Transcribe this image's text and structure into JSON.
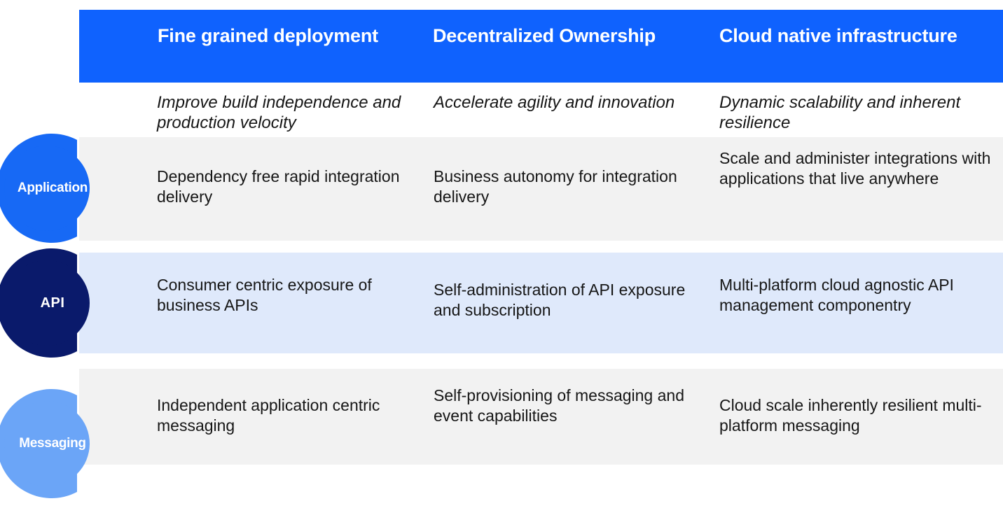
{
  "header": {
    "background_color": "#0f62fe",
    "columns": [
      {
        "label": "Fine grained deployment"
      },
      {
        "label": "Decentralized Ownership"
      },
      {
        "label": "Cloud native infrastructure"
      }
    ]
  },
  "subtitles": [
    {
      "text": "Improve build independence and production velocity"
    },
    {
      "text": "Accelerate agility and innovation"
    },
    {
      "text": "Dynamic scalability and inherent resilience"
    }
  ],
  "rows": [
    {
      "badge_label": "Application",
      "badge_color": "#1769f5",
      "band_color": "#f2f2f2",
      "cells": [
        "Dependency free rapid integration delivery",
        "Business autonomy for integration delivery",
        "Scale and administer integrations with applications that live anywhere"
      ]
    },
    {
      "badge_label": "API",
      "badge_color": "#0a1a6b",
      "band_color": "#dfe9fb",
      "cells": [
        "Consumer centric exposure of business APIs",
        "Self-administration of API exposure and subscription",
        "Multi-platform cloud agnostic API management componentry"
      ]
    },
    {
      "badge_label": "Messaging",
      "badge_color": "#6ba5f7",
      "band_color": "#f2f2f2",
      "cells": [
        "Independent application centric messaging",
        "Self-provisioning of messaging and event capabilities",
        "Cloud scale inherently resilient multi-platform messaging"
      ]
    }
  ],
  "colors": {
    "header_blue": "#0f62fe",
    "application_blue": "#1769f5",
    "api_navy": "#0a1a6b",
    "messaging_light_blue": "#6ba5f7",
    "band_grey": "#f2f2f2",
    "band_blue": "#dfe9fb",
    "text_dark": "#161616",
    "text_light": "#ffffff"
  }
}
